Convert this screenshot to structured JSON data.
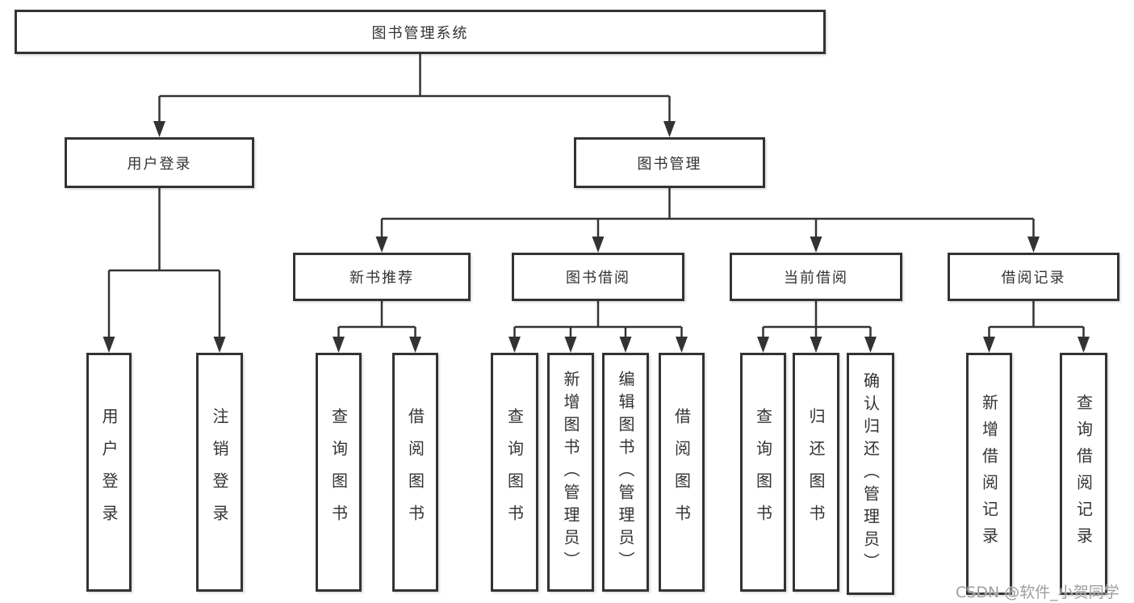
{
  "diagram": {
    "root": "图书管理系统",
    "level2": {
      "user_login": "用户登录",
      "book_mgmt": "图书管理"
    },
    "level3": {
      "new_books": "新书推荐",
      "borrow": "图书借阅",
      "current": "当前借阅",
      "records": "借阅记录"
    },
    "leaves": {
      "user_login": [
        "用户登录",
        "注销登录"
      ],
      "new_books": [
        "查询图书",
        "借阅图书"
      ],
      "borrow": [
        "查询图书",
        "新增图书（管理员）",
        "编辑图书（管理员）",
        "借阅图书"
      ],
      "current": [
        "查询图书",
        "归还图书",
        "确认归还（管理员）"
      ],
      "records": [
        "新增借阅记录",
        "查询借阅记录"
      ]
    },
    "watermark": "CSDN @软件_小贺同学",
    "colors": {
      "line": "#333333",
      "text": "#333333",
      "box_background": "#ffffff",
      "watermark": "#9e9e9e",
      "page_background": "#ffffff"
    }
  }
}
